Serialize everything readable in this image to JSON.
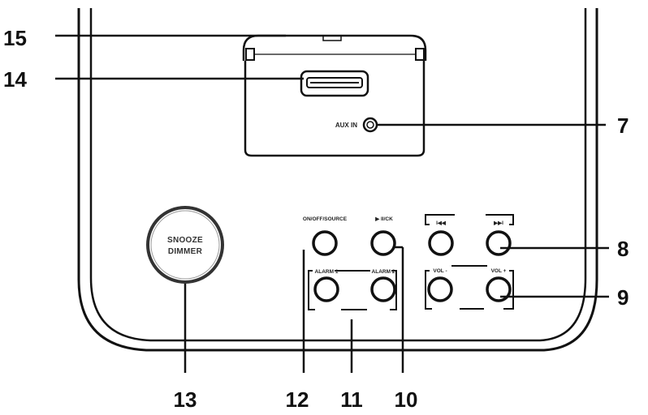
{
  "callouts": {
    "c15": "15",
    "c14": "14",
    "c7": "7",
    "c8": "8",
    "c9": "9",
    "c13": "13",
    "c12": "12",
    "c11": "11",
    "c10": "10"
  },
  "labels": {
    "aux_in": "AUX IN",
    "snooze_line1": "SNOOZE",
    "snooze_line2": "DIMMER",
    "snooze_source": "ON/OFF/SOURCE",
    "play_pick": "▶ II/CK",
    "alarm1": "ALARM 1",
    "alarm2": "ALARM 2",
    "prev": "I◀◀",
    "next": "▶▶I",
    "vol_minus": "VOL -",
    "vol_plus": "VOL +"
  }
}
